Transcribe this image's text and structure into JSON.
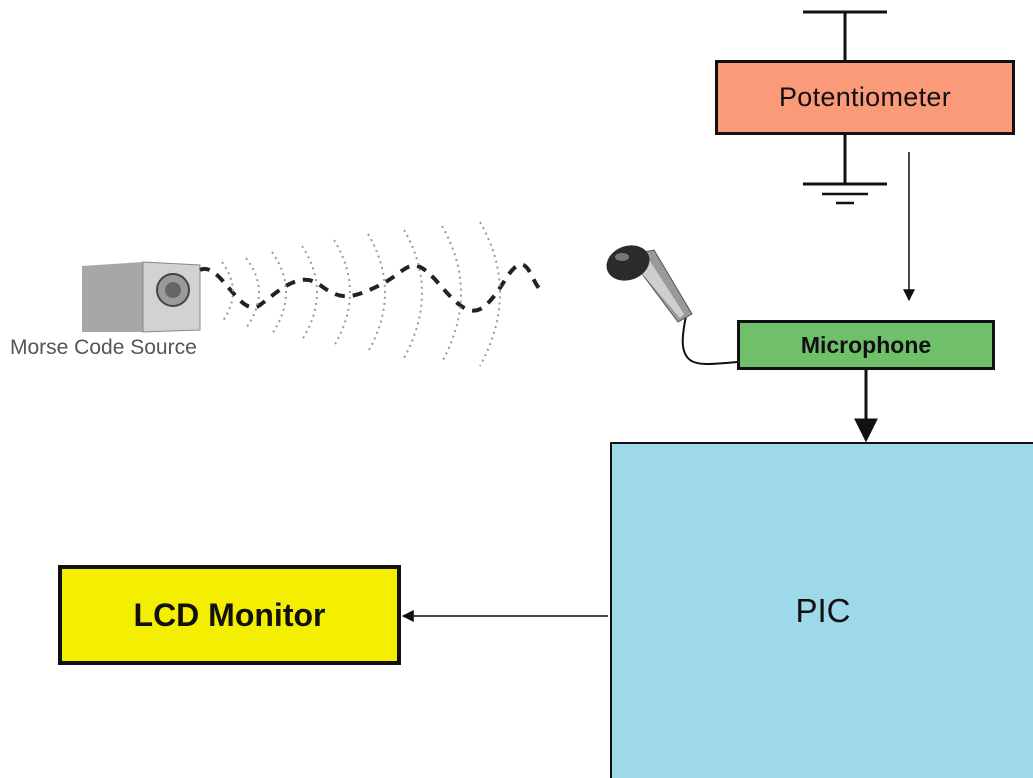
{
  "blocks": {
    "potentiometer": {
      "label": "Potentiometer",
      "color": "#fa9a78"
    },
    "microphone": {
      "label": "Microphone",
      "color": "#6fbf6b"
    },
    "pic": {
      "label": "PIC",
      "color": "#9ed9ea"
    },
    "lcd_monitor": {
      "label": "LCD Monitor",
      "color": "#f4ef00"
    }
  },
  "source": {
    "label": "Morse Code Source"
  },
  "icons": [
    "speaker-icon",
    "microphone-icon",
    "ground-icon",
    "sound-wave-icon"
  ]
}
